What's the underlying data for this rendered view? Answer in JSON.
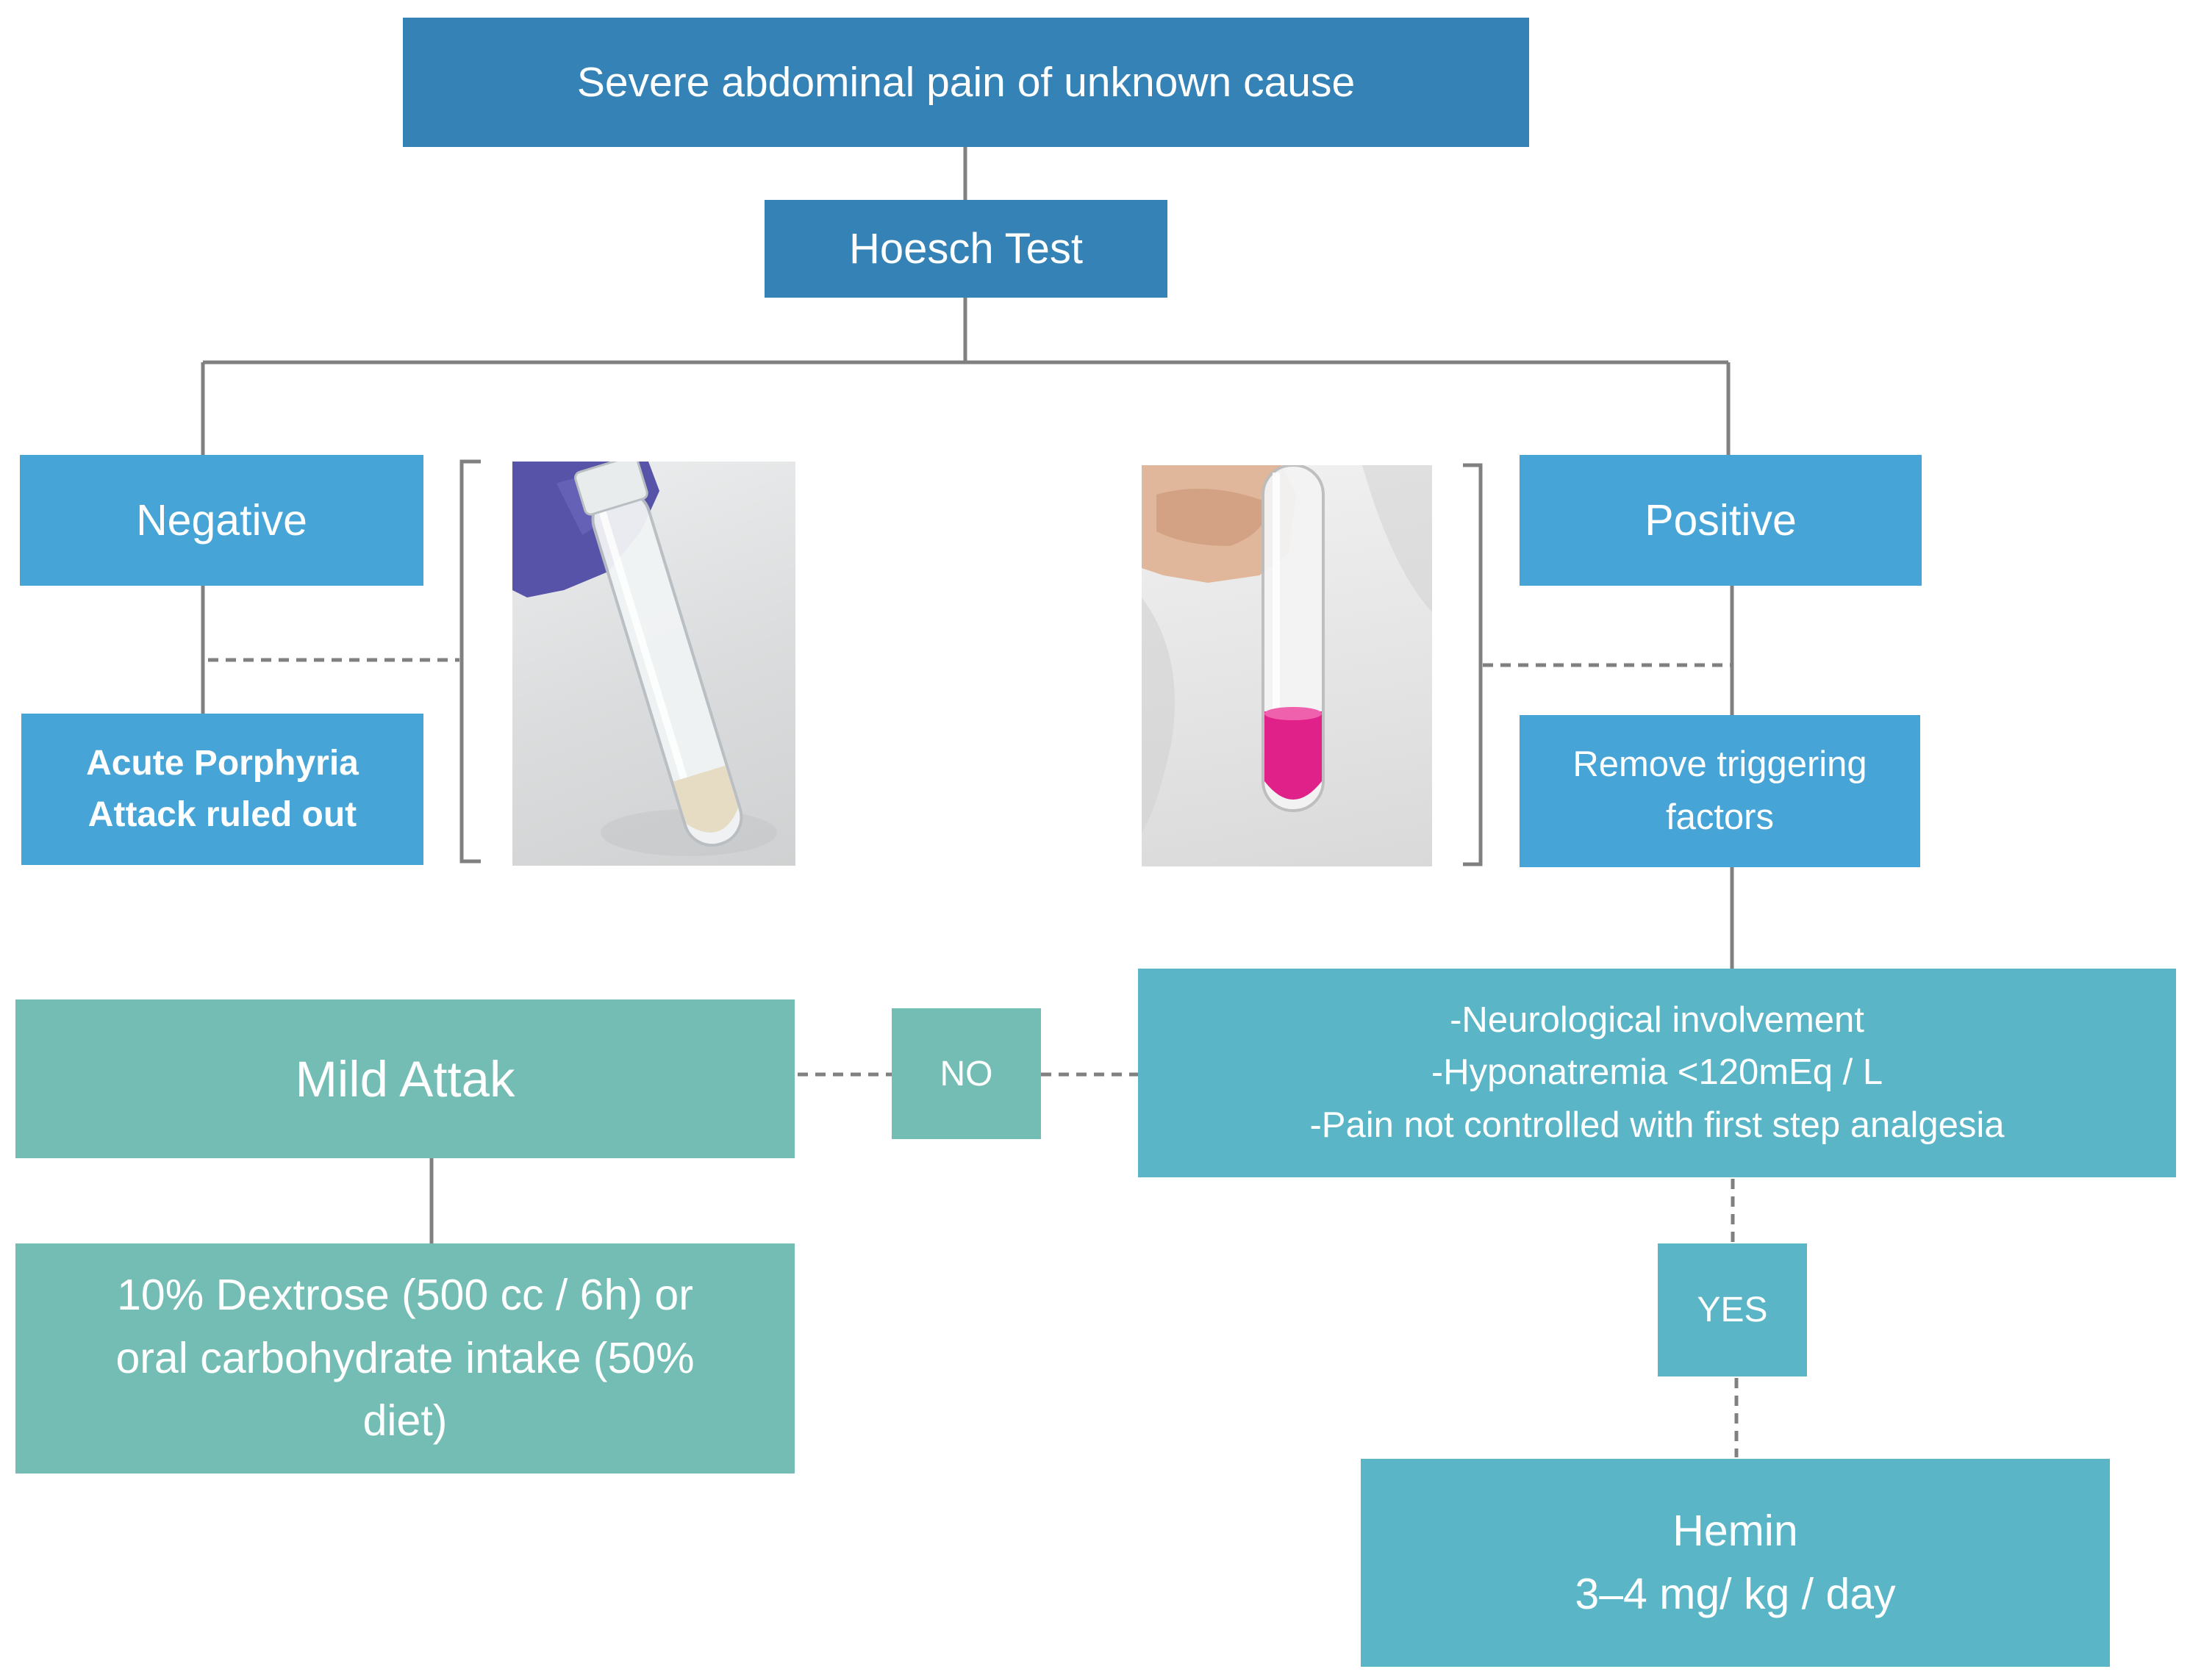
{
  "flow": {
    "top": "Severe abdominal pain of unknown cause",
    "test": "Hoesch Test",
    "negative": "Negative",
    "negative_result": "Acute Porphyria\nAttack ruled out",
    "positive": "Positive",
    "positive_action": "Remove triggering\nfactors",
    "criteria": "-Neurological involvement\n-Hyponatremia <120mEq / L\n-Pain not controlled with first step analgesia",
    "no_label": "NO",
    "yes_label": "YES",
    "mild": "Mild Attak",
    "mild_treatment": "10% Dextrose (500 cc / 6h) or\noral carbohydrate intake (50%\ndiet)",
    "hemin": "Hemin\n3–4 mg/ kg / day"
  },
  "colors": {
    "dark_box": "#3482b6",
    "light_blue_box": "#47a4d6",
    "teal_box": "#74bdb5",
    "cyan_box": "#5ab5c6",
    "connector": "#808080",
    "negative_tube_liquid": "#e6dcc4",
    "positive_tube_liquid": "#e0218a"
  },
  "icons": {
    "negative_photo": "clear-test-tube-photo",
    "positive_photo": "pink-test-tube-photo"
  }
}
